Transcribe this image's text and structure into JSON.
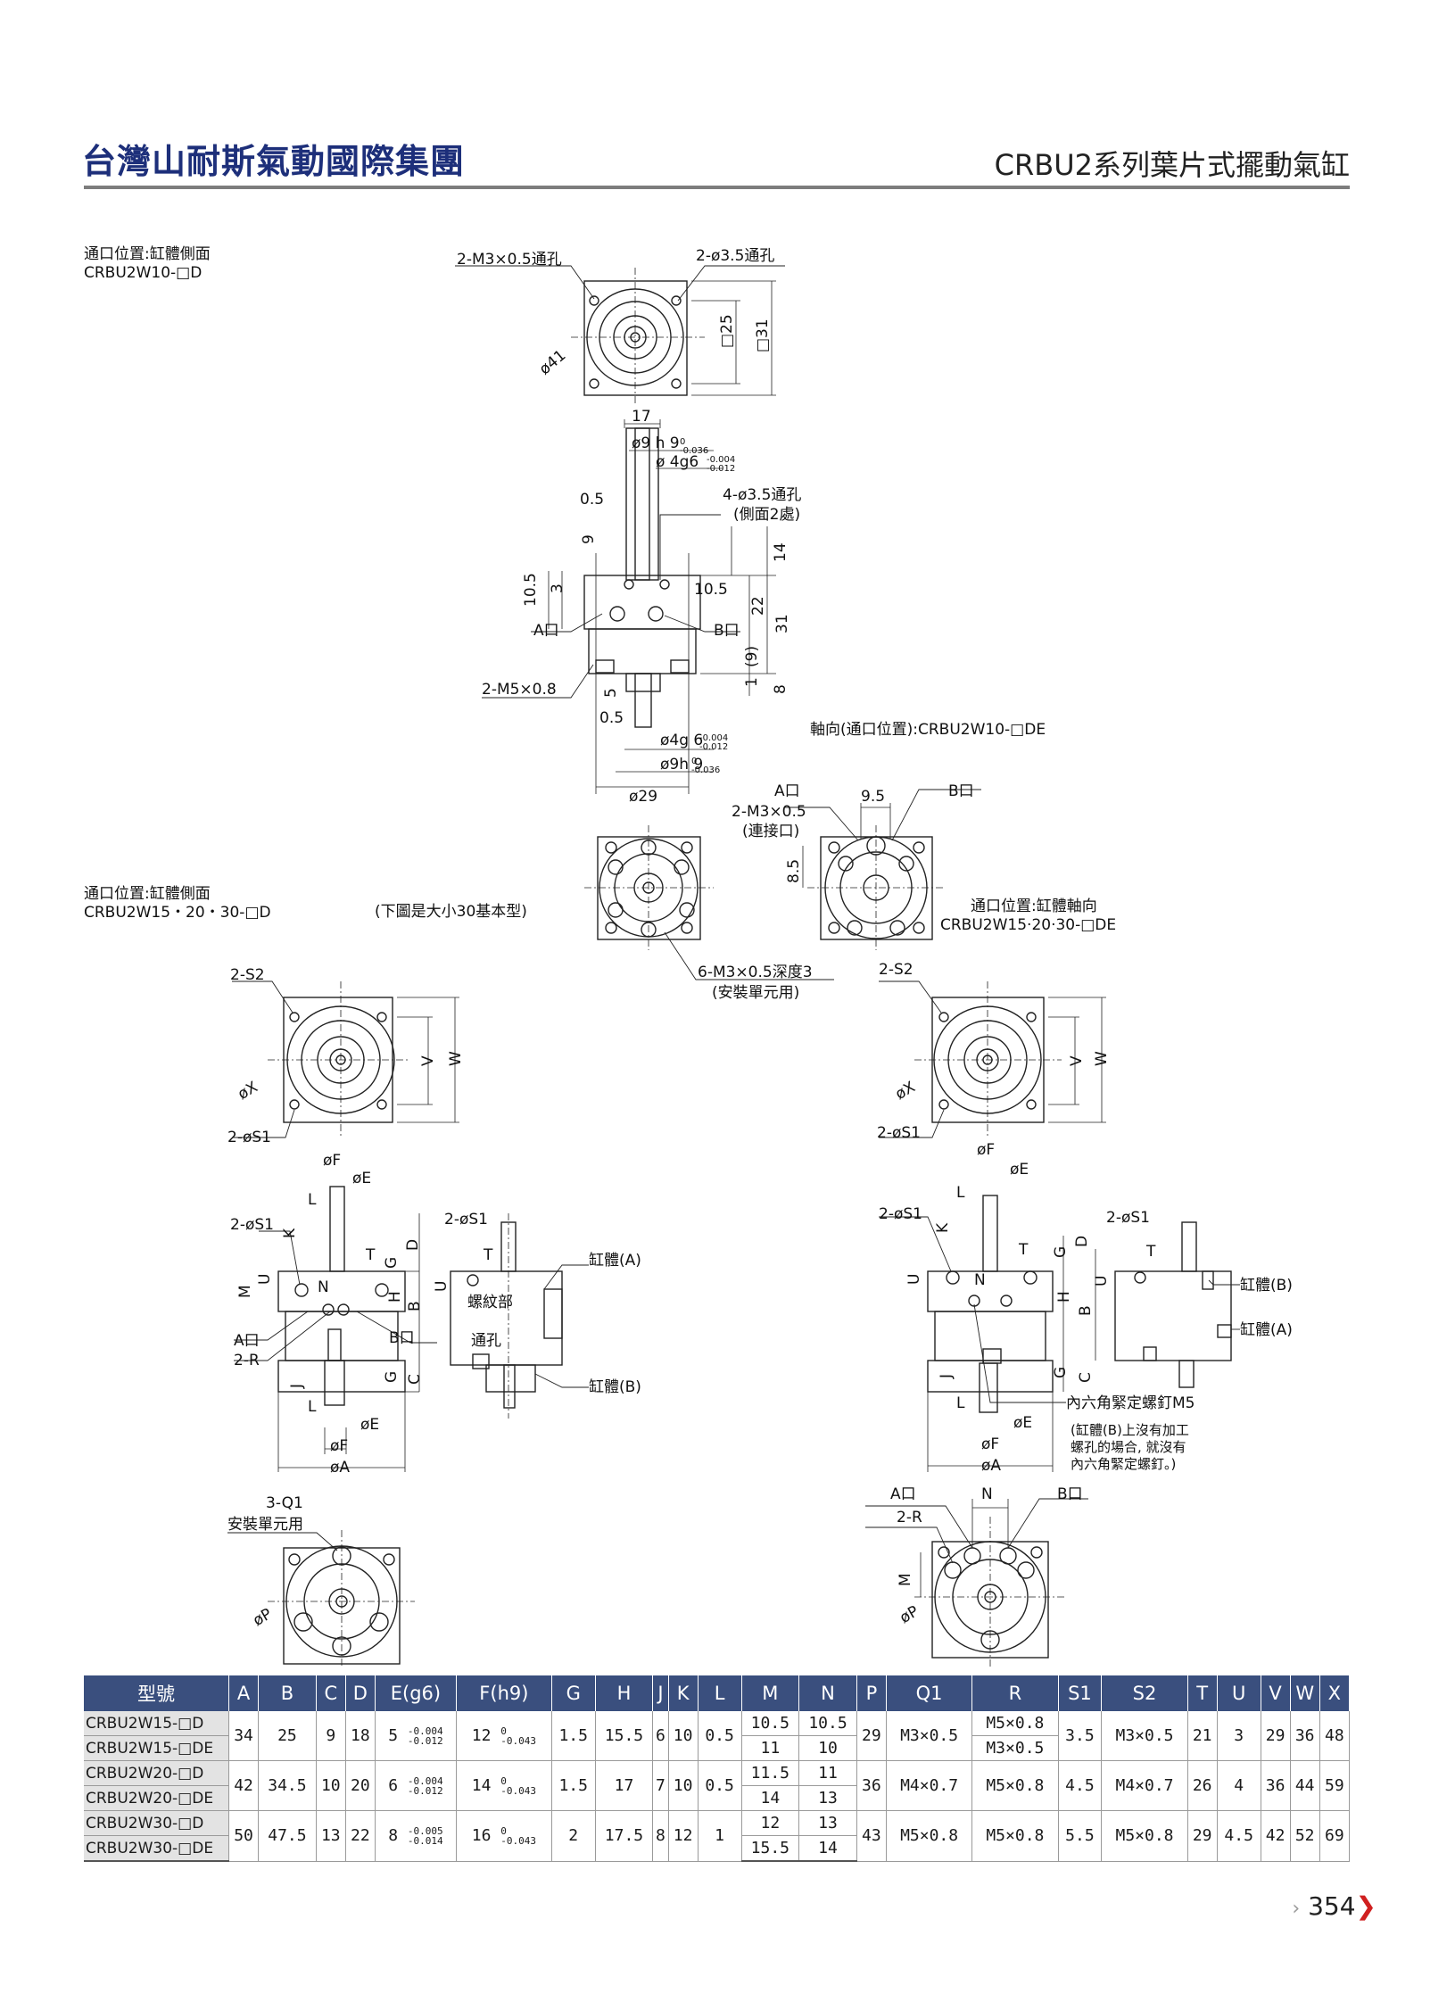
{
  "header": {
    "brand": "台灣山耐斯氣動國際集團",
    "series_title": "CRBU2系列葉片式擺動氣缸"
  },
  "sections": {
    "s1_line1": "通口位置:缸體側面",
    "s1_line2": "CRBU2W10-□D",
    "s2_line1": "通口位置:缸體側面",
    "s2_line2": "CRBU2W15・20・30-□D",
    "s2_note": "(下圖是大小30基本型)",
    "axial_w10": "軸向(通口位置):CRBU2W10-□DE",
    "s3_line1": "通口位置:缸體軸向",
    "s3_line2": "CRBU2W15·20·30-□DE"
  },
  "dims_w10": {
    "top_m3": "2-M3×0.5通孔",
    "top_hole": "2-ø3.5通孔",
    "d41": "ø41",
    "sq25": "□25",
    "sq31": "□31",
    "d17": "17",
    "phi9h": "ø9 h 9",
    "phi4g6": "ø 4g6",
    "hole4": "4-ø3.5通孔",
    "side2": "(側面2處)",
    "d05a": "0.5",
    "d9": "9",
    "d105a": "10.5",
    "d3": "3",
    "d105b": "10.5",
    "portA": "A口",
    "portB": "B口",
    "d14": "14",
    "d22": "22",
    "d31": "31",
    "d9p": "(9)",
    "d1": "1",
    "d8": "8",
    "m5": "2-M5×0.8",
    "d5": "5",
    "d05b": "0.5",
    "phi4g6b": "ø4g 6",
    "phi9hb": "ø9h 9",
    "phi29": "ø29"
  },
  "dims_mid": {
    "portA": "A口",
    "portB": "B口",
    "m3conn": "2-M3×0.5",
    "conn": "(連接口)",
    "d95": "9.5",
    "d85": "8.5",
    "m3deep": "6-M3×0.5深度3",
    "mount": "(安裝單元用)"
  },
  "dims_left": {
    "s2": "2-S2",
    "s1": "2-øS1",
    "x": "øX",
    "v": "V",
    "w": "W",
    "f": "øF",
    "e": "øE",
    "l": "L",
    "k": "K",
    "t": "T",
    "d": "D",
    "g": "G",
    "m": "M",
    "u": "U",
    "n": "N",
    "h": "H",
    "b": "B",
    "porta": "A口",
    "portb": "B口",
    "r": "2-R",
    "j": "J",
    "c": "C",
    "a": "øA",
    "thread": "螺紋部",
    "through": "通孔",
    "bodyA": "缸體(A)",
    "bodyB": "缸體(B)",
    "q1": "3-Q1",
    "q1note": "安裝單元用",
    "p": "øP"
  },
  "dims_right": {
    "hex": "內六角緊定螺釘M5",
    "note1": "(缸體(B)上沒有加工",
    "note2": "螺孔的場合, 就沒有",
    "note3": "內六角緊定螺釘。)",
    "bodyB": "缸體(B)",
    "bodyA": "缸體(A)"
  },
  "table": {
    "headers": [
      "型號",
      "A",
      "B",
      "C",
      "D",
      "E(g6)",
      "F(h9)",
      "G",
      "H",
      "J",
      "K",
      "L",
      "M",
      "N",
      "P",
      "Q1",
      "R",
      "S1",
      "S2",
      "T",
      "U",
      "V",
      "W",
      "X"
    ],
    "groups": [
      {
        "models": [
          "CRBU2W15-□D",
          "CRBU2W15-□DE"
        ],
        "A": "34",
        "B": "25",
        "C": "9",
        "D": "18",
        "E": "5",
        "Etol": "-0.004/-0.012",
        "F": "12",
        "Ftol": "0/-0.043",
        "G": "1.5",
        "H": "15.5",
        "J": "6",
        "K": "10",
        "L": "0.5",
        "M": [
          "10.5",
          "11"
        ],
        "N": [
          "10.5",
          "10"
        ],
        "P": "29",
        "Q1": "M3×0.5",
        "R": [
          "M5×0.8",
          "M3×0.5"
        ],
        "S1": "3.5",
        "S2": "M3×0.5",
        "T": "21",
        "U": "3",
        "V": "29",
        "W": "36",
        "X": "48"
      },
      {
        "models": [
          "CRBU2W20-□D",
          "CRBU2W20-□DE"
        ],
        "A": "42",
        "B": "34.5",
        "C": "10",
        "D": "20",
        "E": "6",
        "Etol": "-0.004/-0.012",
        "F": "14",
        "Ftol": "0/-0.043",
        "G": "1.5",
        "H": "17",
        "J": "7",
        "K": "10",
        "L": "0.5",
        "M": [
          "11.5",
          "14"
        ],
        "N": [
          "11",
          "13"
        ],
        "P": "36",
        "Q1": "M4×0.7",
        "R": [
          "M5×0.8"
        ],
        "S1": "4.5",
        "S2": "M4×0.7",
        "T": "26",
        "U": "4",
        "V": "36",
        "W": "44",
        "X": "59"
      },
      {
        "models": [
          "CRBU2W30-□D",
          "CRBU2W30-□DE"
        ],
        "A": "50",
        "B": "47.5",
        "C": "13",
        "D": "22",
        "E": "8",
        "Etol": "-0.005/-0.014",
        "F": "16",
        "Ftol": "0/-0.043",
        "G": "2",
        "H": "17.5",
        "J": "8",
        "K": "12",
        "L": "1",
        "M": [
          "12",
          "15.5"
        ],
        "N": [
          "13",
          "14"
        ],
        "P": "43",
        "Q1": "M5×0.8",
        "R": [
          "M5×0.8"
        ],
        "S1": "5.5",
        "S2": "M5×0.8",
        "T": "29",
        "U": "4.5",
        "V": "42",
        "W": "52",
        "X": "69"
      }
    ]
  },
  "footer": {
    "page": "354"
  }
}
